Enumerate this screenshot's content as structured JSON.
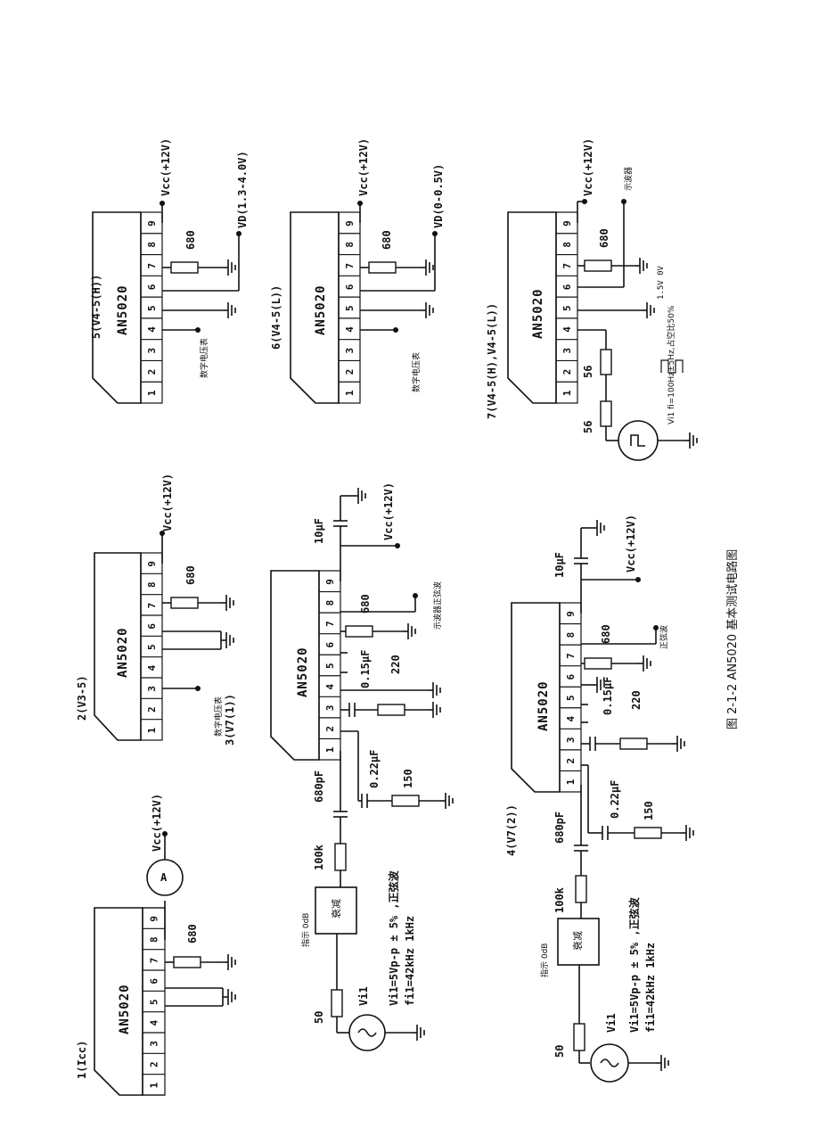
{
  "chip_name": "AN5020",
  "vcc_label": "Vcc(+12V)",
  "ammeter_label": "A",
  "resistor_680": "680",
  "resistor_50": "50",
  "resistor_100k": "100k",
  "resistor_150": "150",
  "resistor_220": "220",
  "resistor_56": "56",
  "cap_680pF": "680pF",
  "cap_022uF": "0.22μF",
  "cap_015uF": "0.15μF",
  "cap_10uF": "10μF",
  "dvm_label": "数字电压表",
  "scope_sine_label": "示波器正弦波",
  "sine_label": "正弦波",
  "scope_label": "示波器",
  "attenuator_label": "衰减",
  "indicate_0db": "指示 0dB",
  "vi1_label": "Vi1",
  "vi1_spec": "Vi1=5Vp-p ± 5% ,正弦波",
  "fi1_spec": "fi1=42kHz     1kHz",
  "pulse_spec": "Vi1 fi=100Hz±5Hz,占空比50%",
  "pulse_levels": "1.5V  0V",
  "vd5_label": "VD(1.3-4.0V)",
  "vd6_label": "VD(0-0.5V)",
  "circuits": {
    "c1": "1(Icc)",
    "c2": "2(V3-5)",
    "c3": "3(V7(1))",
    "c4": "4(V7(2))",
    "c5": "5(V4-5(H))",
    "c6": "6(V4-5(L))",
    "c7": "7(V4-5(H),V4-5(L))"
  },
  "figure_caption": "图 2-1-2  AN5020 基本测试电路图"
}
